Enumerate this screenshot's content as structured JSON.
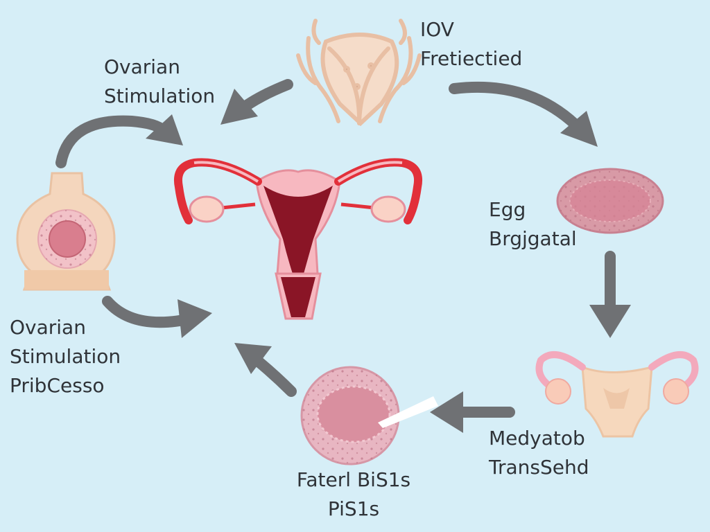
{
  "labels": {
    "top_right": [
      "IOV",
      "Fretiectied"
    ],
    "top_left": [
      "Ovarian",
      "Stimulation"
    ],
    "right_mid": [
      "Egg",
      "Brgjgatal"
    ],
    "left_mid": [
      "Ovarian",
      "Stimulation",
      "PribCesso"
    ],
    "bottom_right": [
      "Medyatob",
      "TransSehd"
    ],
    "bottom_center": [
      "Faterl BiS1s",
      "PiS1s"
    ]
  },
  "colors": {
    "background": "#d6eef7",
    "arrow": "#6f7174",
    "uterus_red": "#e2303a",
    "uterus_dark": "#8a1526",
    "uterus_pink": "#f7b8c0",
    "skin": "#f4d6bd",
    "cell_pink": "#d98f9f"
  },
  "icons": [
    "fallopian-uterus-sketch-icon",
    "uterus-red-icon",
    "oocyte-oval-icon",
    "uterus-beige-icon",
    "embryo-cell-icon",
    "follicle-vessel-icon"
  ]
}
